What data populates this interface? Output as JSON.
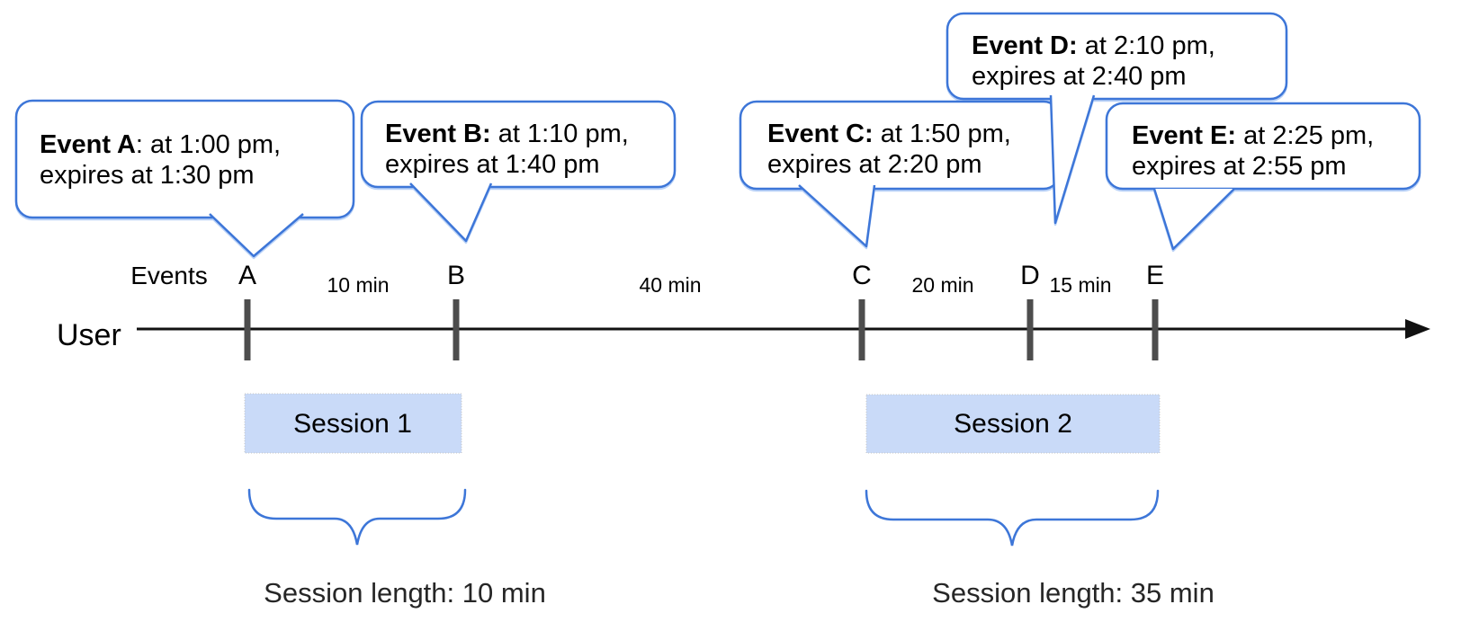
{
  "timeline": {
    "user_label": "User",
    "events_label": "Events"
  },
  "events": [
    {
      "label": "A",
      "callout_bold": "Event A",
      "callout_rest": ": at 1:00 pm,",
      "callout_line2": "expires at 1:30 pm"
    },
    {
      "label": "B",
      "callout_bold": "Event B:",
      "callout_rest": " at 1:10 pm,",
      "callout_line2": "expires at 1:40 pm"
    },
    {
      "label": "C",
      "callout_bold": "Event C:",
      "callout_rest": " at 1:50 pm,",
      "callout_line2": "expires at 2:20 pm"
    },
    {
      "label": "D",
      "callout_bold": "Event D:",
      "callout_rest": " at 2:10 pm,",
      "callout_line2": "expires at 2:40 pm"
    },
    {
      "label": "E",
      "callout_bold": "Event E:",
      "callout_rest": " at 2:25 pm,",
      "callout_line2": "expires at 2:55 pm"
    }
  ],
  "intervals": [
    {
      "label": "10 min"
    },
    {
      "label": "40 min"
    },
    {
      "label": "20 min"
    },
    {
      "label": "15 min"
    }
  ],
  "sessions": [
    {
      "label": "Session 1",
      "length_label": "Session length: 10 min"
    },
    {
      "label": "Session 2",
      "length_label": "Session length: 35 min"
    }
  ],
  "colors": {
    "accent_blue": "#3d76d8",
    "session_fill": "#c9daf8",
    "tick_gray": "#4d4d4d",
    "axis_black": "#111111"
  }
}
